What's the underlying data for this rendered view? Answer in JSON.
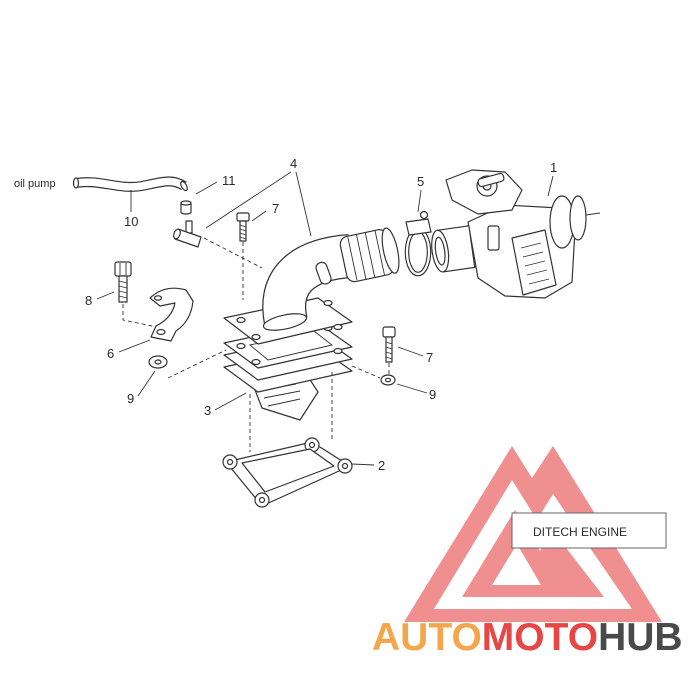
{
  "labels": {
    "oil_pump": "oil pump"
  },
  "callouts": {
    "c1": "1",
    "c2": "2",
    "c3": "3",
    "c4": "4",
    "c5": "5",
    "c6": "6",
    "c7a": "7",
    "c7b": "7",
    "c8": "8",
    "c9a": "9",
    "c9b": "9",
    "c10": "10",
    "c11": "11"
  },
  "info_box": {
    "text": "DITECH ENGINE"
  },
  "watermark": {
    "auto": "AUTO",
    "moto": "MOTO",
    "hub": "HUB"
  },
  "colors": {
    "line": "#333333",
    "watermark_red": "#e84545",
    "watermark_orange": "#f4a64a",
    "watermark_gray": "#4a4a4a"
  }
}
